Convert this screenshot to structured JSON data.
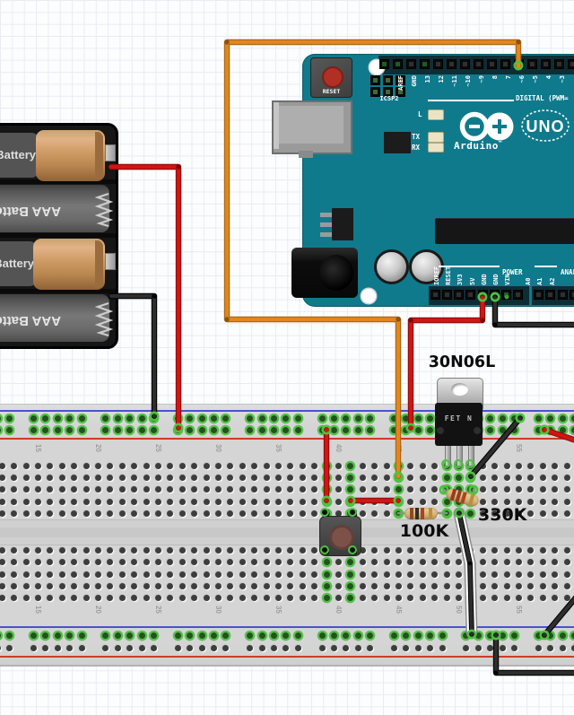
{
  "labels": {
    "mosfet_part": "30N06L",
    "mosfet_print": "FET N",
    "r1": "100K",
    "r2": "330K"
  },
  "arduino": {
    "brand": "Arduino",
    "tm": "™",
    "logo_badge": "UNO",
    "reset": "RESET",
    "icsp": "ICSP2",
    "digital_section": "DIGITAL (PWM=",
    "digital_pins": [
      "AREF",
      "GND",
      "13",
      "12",
      "~11",
      "~10",
      "~9",
      "8",
      "7",
      "~6",
      "~5",
      "4",
      "~3"
    ],
    "leds": [
      "L",
      "TX",
      "RX"
    ],
    "power_section": "POWER",
    "power_pins": [
      "IOREF",
      "RESET",
      "3V3",
      "5V",
      "GND",
      "GND",
      "VIN"
    ],
    "analog_section": "ANALOG IN",
    "analog_pins": [
      "A0",
      "A1",
      "A2"
    ]
  },
  "battery": {
    "label": "AAA Battery"
  },
  "breadboard": {
    "column_numbers": [
      "15",
      "20",
      "25",
      "30",
      "35",
      "40",
      "45",
      "50",
      "55"
    ]
  },
  "colors": {
    "board_teal": "#0f7a8c",
    "wire_orange": "#e0871f",
    "wire_red": "#d31414",
    "wire_black": "#2e2e2e",
    "clip_green": "#4cc23f",
    "rail_blue": "#4953d0",
    "rail_red": "#cf3a2a"
  }
}
